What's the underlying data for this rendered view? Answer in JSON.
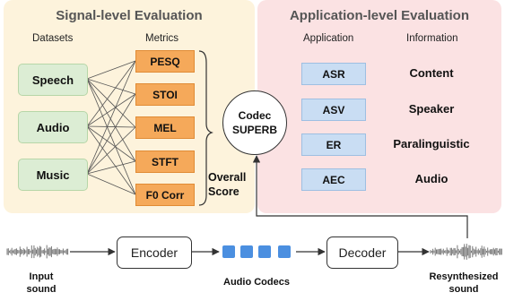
{
  "signal_panel": {
    "title": "Signal-level Evaluation",
    "datasets_header": "Datasets",
    "metrics_header": "Metrics",
    "datasets": [
      "Speech",
      "Audio",
      "Music"
    ],
    "metrics": [
      "PESQ",
      "STOI",
      "MEL",
      "STFT",
      "F0 Corr"
    ],
    "overall_line1": "Overall",
    "overall_line2": "Score"
  },
  "application_panel": {
    "title": "Application-level Evaluation",
    "application_header": "Application",
    "information_header": "Information",
    "applications": [
      "ASR",
      "ASV",
      "ER",
      "AEC"
    ],
    "information": [
      "Content",
      "Speaker",
      "Paralinguistic",
      "Audio"
    ]
  },
  "center": {
    "line1": "Codec",
    "line2": "SUPERB"
  },
  "pipeline": {
    "encoder": "Encoder",
    "decoder": "Decoder",
    "input_line1": "Input",
    "input_line2": "sound",
    "codecs_label": "Audio Codecs",
    "output_line1": "Resynthesized",
    "output_line2": "sound"
  },
  "colors": {
    "signal_panel_bg": "#fdf3dc",
    "application_panel_bg": "#fbe2e3",
    "dataset_box": "#dcedd4",
    "metric_box": "#f5a95a",
    "application_box": "#c9ddf3",
    "token": "#4b8fe0"
  }
}
